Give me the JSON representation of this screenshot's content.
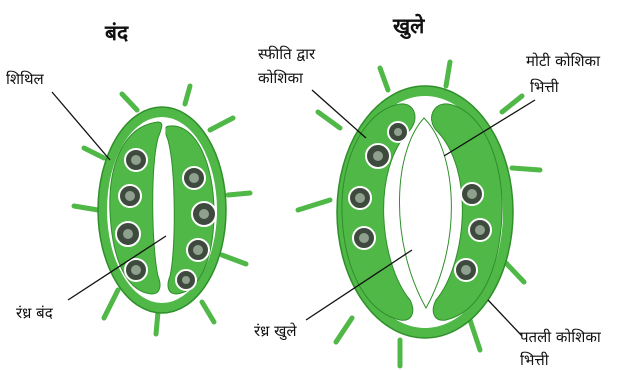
{
  "titles": {
    "closed": "बंद",
    "open": "खुले"
  },
  "labels": {
    "flaccid": "शिथिल",
    "turgid_line1": "स्फीति द्वार",
    "turgid_line2": "कोशिका",
    "thick_line1": "मोटी कोशिका",
    "thick_line2": "भित्ती",
    "pore_closed": "रंध्र बंद",
    "pore_open": "रंध्र खुले",
    "thin_line1": "पतली कोशिका",
    "thin_line2": "भित्ती"
  },
  "colors": {
    "green": "#4fb847",
    "green_dark": "#2f8f2a",
    "chloroplast": "#3d4a3d",
    "white": "#ffffff"
  }
}
